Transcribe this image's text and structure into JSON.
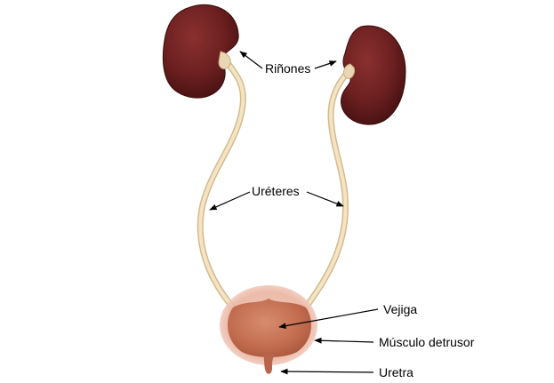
{
  "labels": {
    "kidneys": "Riñones",
    "ureters": "Uréteres",
    "bladder": "Vejiga",
    "detrusor": "Músculo detrusor",
    "urethra": "Uretra"
  },
  "colors": {
    "kidney": "#6b1f1f",
    "kidney_dark": "#4a1212",
    "ureter": "#f3e2bf",
    "ureter_edge": "#d8c196",
    "bladder": "#c9775a",
    "detrusor": "#eab3a0",
    "arrow": "#000000"
  }
}
